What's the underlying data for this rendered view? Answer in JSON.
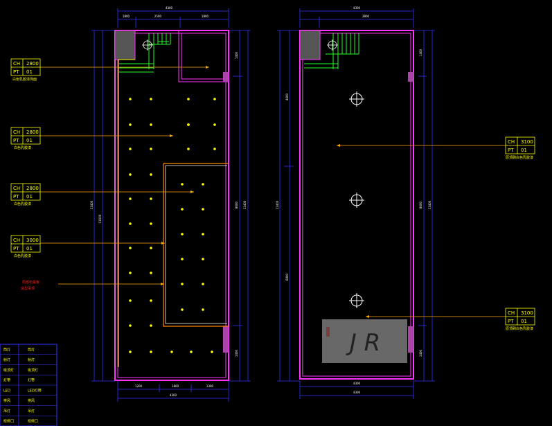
{
  "colors": {
    "background": "#000000",
    "wall": "#ff33ff",
    "dim": "#3333ff",
    "light": "#ffff00",
    "stair": "#22ff22",
    "leader": "#ffaa00",
    "soffit": "#ff8800",
    "red_note": "#ff2222",
    "legend_border": "#3333ff"
  },
  "tags": {
    "t1": {
      "ch_label": "CH",
      "ch_value": "2800",
      "pt_label": "PT",
      "pt_value": "01",
      "note": "白色乳胶漆饰面"
    },
    "t2": {
      "ch_label": "CH",
      "ch_value": "2800",
      "pt_label": "PT",
      "pt_value": "01",
      "note": "白色乳胶漆"
    },
    "t3": {
      "ch_label": "CH",
      "ch_value": "2800",
      "pt_label": "PT",
      "pt_value": "01",
      "note": "白色乳胶漆"
    },
    "t4": {
      "ch_label": "CH",
      "ch_value": "3000",
      "pt_label": "PT",
      "pt_value": "01",
      "note": "白色乳胶漆"
    },
    "t5": {
      "ch_label": "CH",
      "ch_value": "3100",
      "pt_label": "PT",
      "pt_value": "01",
      "note": "原顶刷白色乳胶漆"
    },
    "t6": {
      "ch_label": "CH",
      "ch_value": "3100",
      "pt_label": "PT",
      "pt_value": "01",
      "note": "原顶刷白色乳胶漆"
    }
  },
  "red_note": {
    "line1": "局部石膏板",
    "line2": "造型吊顶"
  },
  "dims": {
    "left_top_total": "4300",
    "left_top_a": "1800",
    "left_top_b": "2500",
    "left_bottom_a": "1200",
    "left_bottom_b": "1800",
    "left_bottom_c": "1300",
    "left_bottom_total": "4300",
    "left_side_total": "11400",
    "left_side_inner": "11000",
    "right_side_total": "11400",
    "right_side_a": "1400",
    "right_side_b": "8600",
    "right_side_c": "1400",
    "r_top_total": "4300",
    "r_top_a": "3800",
    "r_bottom_a": "4300",
    "r_bottom_total": "4300",
    "r_left_total": "11400",
    "r_left_a": "4600",
    "r_left_b": "6800",
    "r_right_total": "11400",
    "r_right_a": "1400",
    "r_right_b": "8600",
    "r_right_c": "1400"
  },
  "watermark": {
    "text": "J R"
  },
  "legend": {
    "rows": [
      {
        "symbol": "筒灯",
        "desc": "筒灯"
      },
      {
        "symbol": "射灯",
        "desc": "射灯"
      },
      {
        "symbol": "吸顶灯",
        "desc": "吸顶灯"
      },
      {
        "symbol": "灯带",
        "desc": "灯带"
      },
      {
        "symbol": "LED",
        "desc": "LED灯带"
      },
      {
        "symbol": "排风",
        "desc": "排风"
      },
      {
        "symbol": "吊灯",
        "desc": "吊灯"
      },
      {
        "symbol": "检修口",
        "desc": "检修口"
      }
    ]
  }
}
